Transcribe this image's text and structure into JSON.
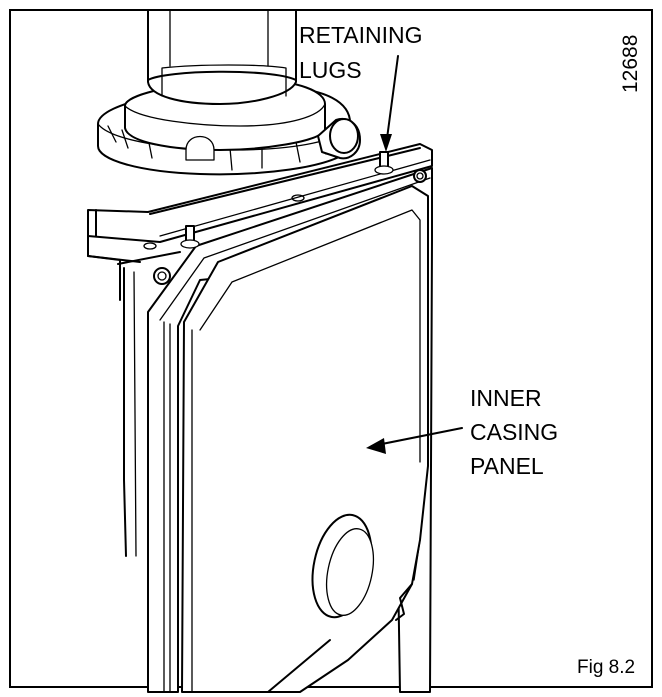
{
  "labels": {
    "retaining_line1": "RETAINING",
    "retaining_line2": "LUGS",
    "inner_line1": "INNER",
    "inner_line2": "CASING",
    "inner_line3": "PANEL",
    "reference_number": "12688",
    "figure_caption": "Fig 8.2"
  }
}
